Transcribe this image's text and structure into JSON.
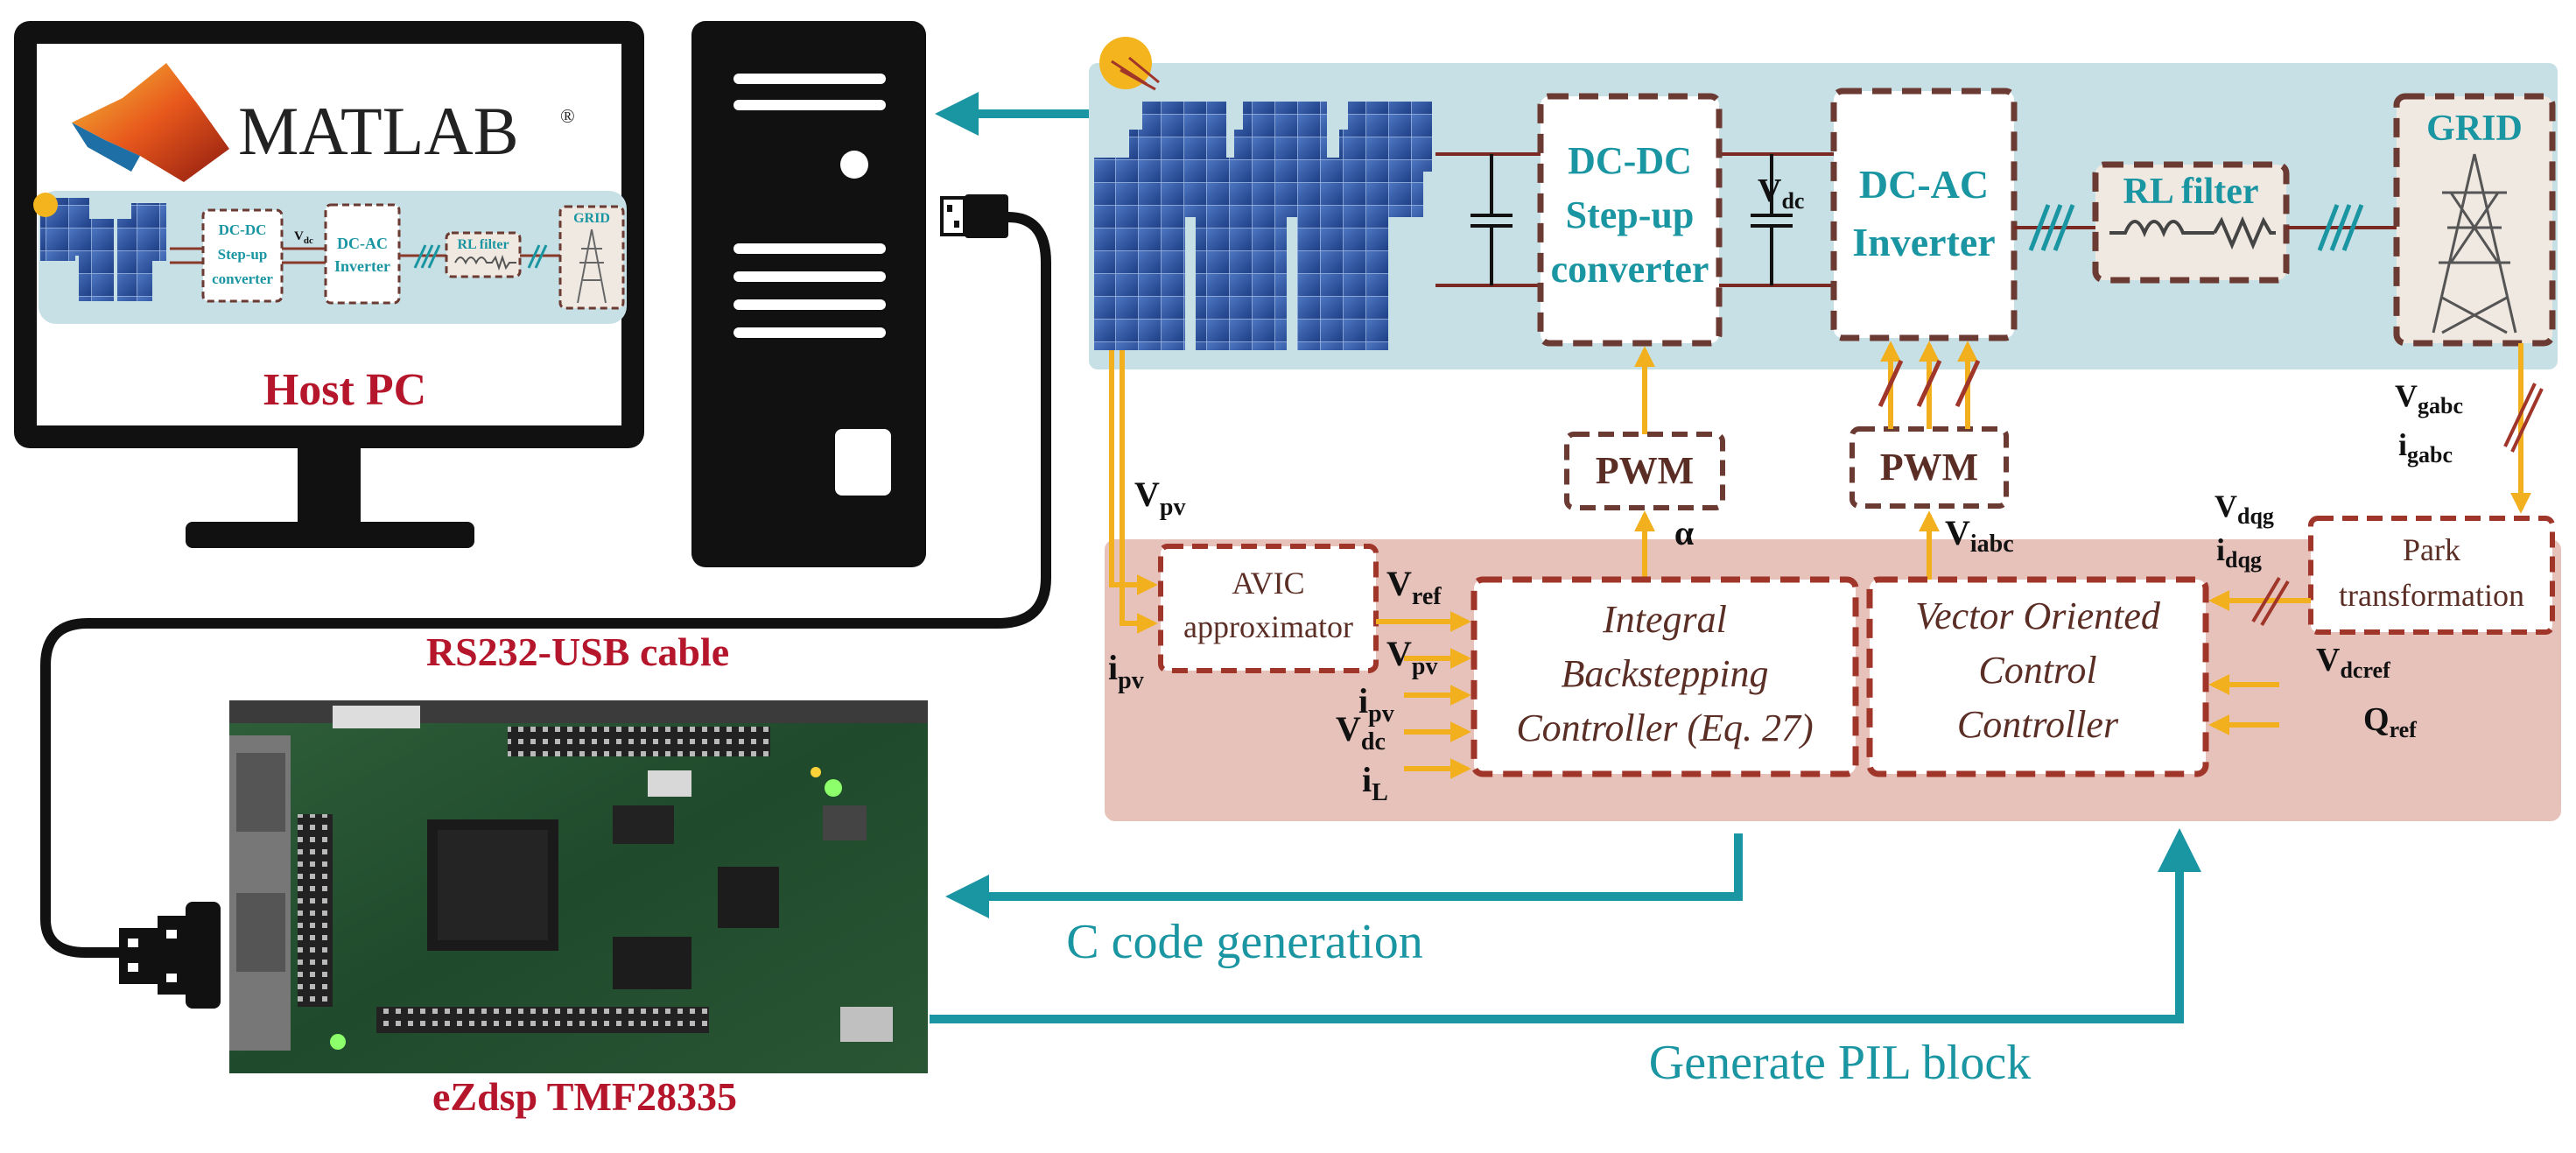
{
  "colors": {
    "teal": "#1a95a2",
    "red": "#b5162b",
    "brown_dash": "#6b3a32",
    "red_dash": "#a0352a",
    "orange": "#f2b01e",
    "power_bg": "#c7e0e5",
    "control_bg": "#e6c2bb"
  },
  "host": {
    "brand": "MATLAB",
    "registered": "®",
    "label": "Host PC",
    "mini": {
      "dcdc_l1": "DC-DC",
      "dcdc_l2": "Step-up",
      "dcdc_l3": "converter",
      "dcac_l1": "DC-AC",
      "dcac_l2": "Inverter",
      "vdc": "V",
      "vdc_sub": "dc",
      "rl": "RL filter",
      "grid": "GRID"
    }
  },
  "cable": {
    "label": "RS232-USB cable"
  },
  "board": {
    "label": "eZdsp TMF28335"
  },
  "power": {
    "dcdc_l1": "DC-DC",
    "dcdc_l2": "Step-up",
    "dcdc_l3": "converter",
    "vdc": "V",
    "vdc_sub": "dc",
    "dcac_l1": "DC-AC",
    "dcac_l2": "Inverter",
    "rl": "RL filter",
    "grid": "GRID"
  },
  "control": {
    "pwm1": "PWM",
    "pwm2": "PWM",
    "alpha": "α",
    "viabc": "V",
    "viabc_sub": "iabc",
    "avic_l1": "AVIC",
    "avic_l2": "approximator",
    "ibc_l1": "Integral",
    "ibc_l2": "Backstepping",
    "ibc_l3": "Controller (Eq. 27)",
    "voc_l1": "Vector Oriented",
    "voc_l2": "Control",
    "voc_l3": "Controller",
    "park_l1": "Park",
    "park_l2": "transformation"
  },
  "signals": {
    "vpv": "V",
    "vpv_sub": "pv",
    "ipv": "i",
    "ipv_sub": "pv",
    "vref": "V",
    "vref_sub": "ref",
    "vpv2": "V",
    "vpv2_sub": "pv",
    "ipv2": "i",
    "ipv2_sub": "pv",
    "vdc2": "V",
    "vdc2_sub": "dc",
    "il": "i",
    "il_sub": "L",
    "vdqg": "V",
    "vdqg_sub": "dqg",
    "idqg": "i",
    "idqg_sub": "dqg",
    "vgabc": "V",
    "vgabc_sub": "gabc",
    "igabc": "i",
    "igabc_sub": "gabc",
    "vdcref": "V",
    "vdcref_sub": "dcref",
    "qref": "Q",
    "qref_sub": "ref"
  },
  "flows": {
    "ccode": "C code generation",
    "pil": "Generate PIL block"
  },
  "icons": [
    "sun-icon",
    "solar-panel-icon",
    "capacitor-icon",
    "inductor-icon",
    "resistor-icon",
    "transmission-tower-icon",
    "usb-plug-icon",
    "serial-connector-icon",
    "pc-tower-icon",
    "monitor-icon"
  ]
}
